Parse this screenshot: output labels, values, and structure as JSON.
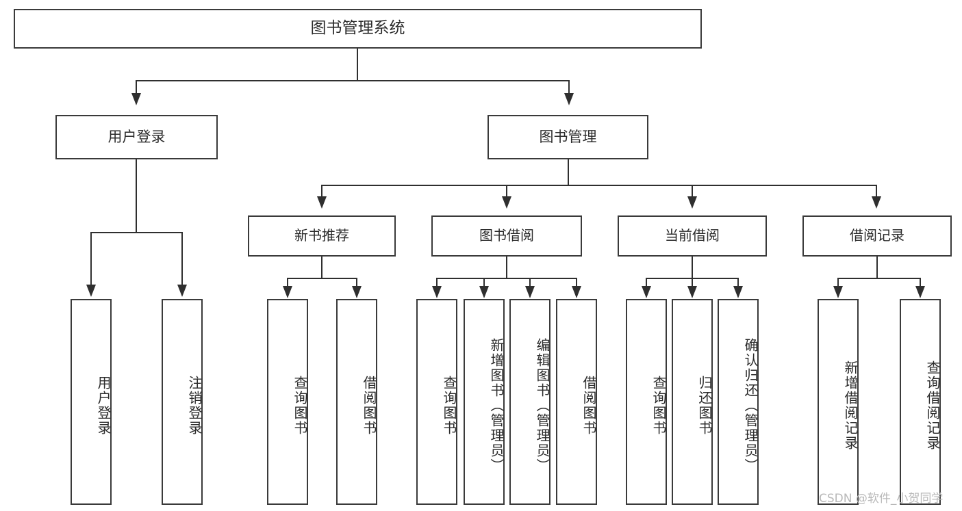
{
  "diagram": {
    "title": "图书管理系统",
    "type": "tree-hierarchy",
    "watermark": "CSDN @软件_小贺同学",
    "colors": {
      "box_border": "#3a3a3a",
      "line": "#2f2f2f",
      "text": "#2b2b2b",
      "background": "#ffffff",
      "watermark": "#b9b9b9"
    },
    "root": {
      "label": "图书管理系统"
    },
    "level2": [
      {
        "label": "用户登录"
      },
      {
        "label": "图书管理"
      }
    ],
    "level3": [
      {
        "label": "新书推荐"
      },
      {
        "label": "图书借阅"
      },
      {
        "label": "当前借阅"
      },
      {
        "label": "借阅记录"
      }
    ],
    "leaves": {
      "user_login": [
        {
          "label": "用户登录"
        },
        {
          "label": "注销登录"
        }
      ],
      "new_book_recommend": [
        {
          "label": "查询图书"
        },
        {
          "label": "借阅图书"
        }
      ],
      "book_borrow": [
        {
          "label": "查询图书"
        },
        {
          "label": "新增图书（管理员）"
        },
        {
          "label": "编辑图书（管理员）"
        },
        {
          "label": "借阅图书"
        }
      ],
      "current_borrow": [
        {
          "label": "查询图书"
        },
        {
          "label": "归还图书"
        },
        {
          "label": "确认归还（管理员）"
        }
      ],
      "borrow_record": [
        {
          "label": "新增借阅记录"
        },
        {
          "label": "查询借阅记录"
        }
      ]
    }
  }
}
